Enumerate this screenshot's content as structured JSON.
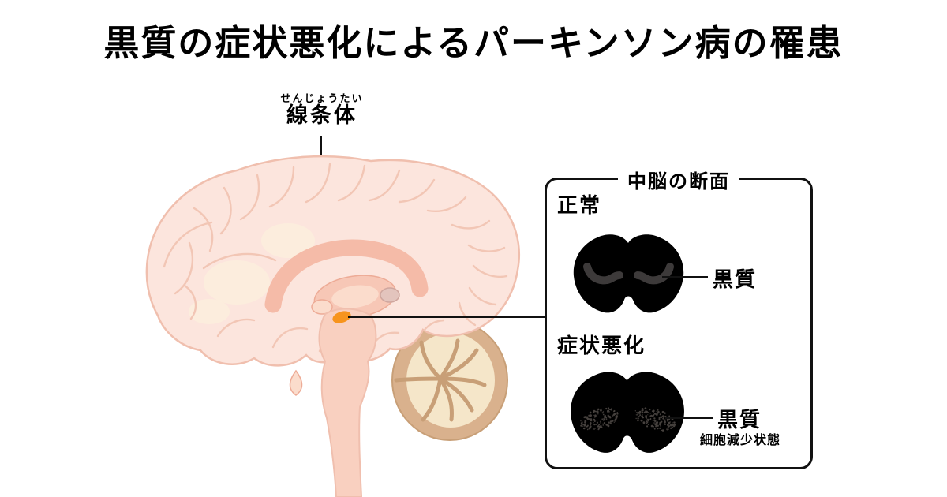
{
  "title": "黒質の症状悪化によるパーキンソン病の罹患",
  "striatum": {
    "furigana": "せんじょうたい",
    "label": "線条体"
  },
  "panel": {
    "title": "中脳の断面",
    "sections": [
      {
        "label": "正常",
        "callout": "黒質"
      },
      {
        "label": "症状悪化",
        "callout": "黒質",
        "callout_sub": "細胞減少状態"
      }
    ]
  },
  "colors": {
    "brain_fill": "#fce5dd",
    "brain_line": "#f0bfae",
    "gyri_line": "#f2c6b5",
    "shade_fill": "#fceedd",
    "inner_band": "#f5bba8",
    "inner_fill": "#f7c7b6",
    "inner_light": "#fbdccc",
    "inner_line": "#edab96",
    "gray_blob": "#e3c4bd",
    "gray_blob_line": "#cfa69e",
    "stem_fill": "#f9d0c0",
    "accent_orange": "#f7941d",
    "cerebellum_tan": "#d9b18d",
    "cerebellum_line": "#c89f77",
    "cerebellum_cream": "#f5e6c9",
    "nigra_dark": "#3d3a3a",
    "speckle": "#45403d",
    "line_black": "#111111"
  }
}
